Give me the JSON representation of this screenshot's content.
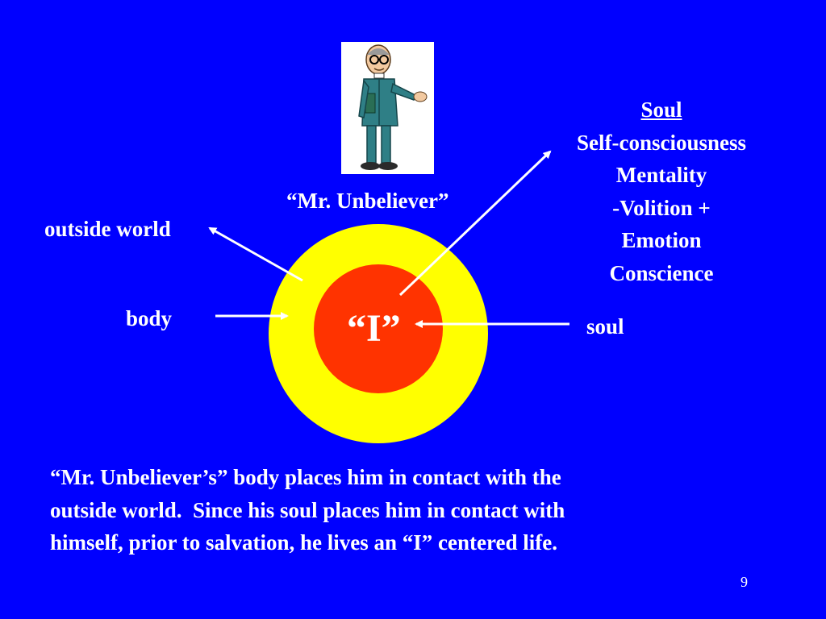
{
  "slide": {
    "figure_caption": "“Mr. Unbeliever”",
    "outside_world_label": "outside world",
    "body_label": "body",
    "center_label": "“I”",
    "soul_label": "soul",
    "soul_list": {
      "heading": "Soul",
      "items": [
        "Self-consciousness",
        "Mentality",
        "-Volition +",
        "Emotion",
        "Conscience"
      ]
    },
    "caption_lines": [
      "“Mr. Unbeliever’s” body places him in contact with the",
      "outside world.  Since his soul places him in contact with",
      "himself, prior to salvation, he lives an “I” centered life."
    ],
    "page_number": "9"
  },
  "colors": {
    "background": "#0000ff",
    "outer_circle": "#ffff00",
    "inner_circle": "#ff3300",
    "text": "#ffffff"
  },
  "icons": {
    "figure": "cartoon-man-icon"
  }
}
